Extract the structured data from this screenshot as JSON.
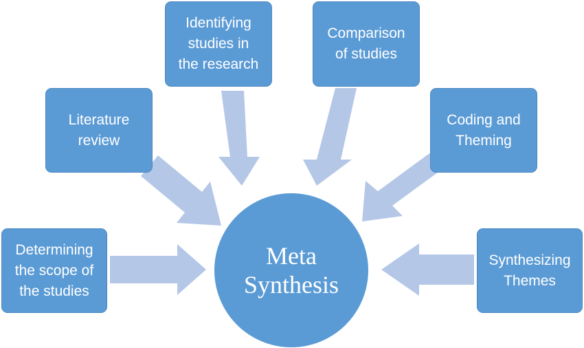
{
  "center": {
    "line1": "Meta",
    "line2": "Synthesis"
  },
  "steps": [
    {
      "lines": [
        "Determining",
        "the scope of",
        "the studies"
      ]
    },
    {
      "lines": [
        "Literature",
        "review"
      ]
    },
    {
      "lines": [
        "Identifying",
        "studies in",
        "the research"
      ]
    },
    {
      "lines": [
        "Comparison",
        "of studies"
      ]
    },
    {
      "lines": [
        "Coding and",
        "Theming"
      ]
    },
    {
      "lines": [
        "Synthesizing",
        "Themes"
      ]
    }
  ],
  "colors": {
    "box": "#5b9bd5",
    "arrow": "#b4c7e7",
    "text": "#ffffff"
  }
}
